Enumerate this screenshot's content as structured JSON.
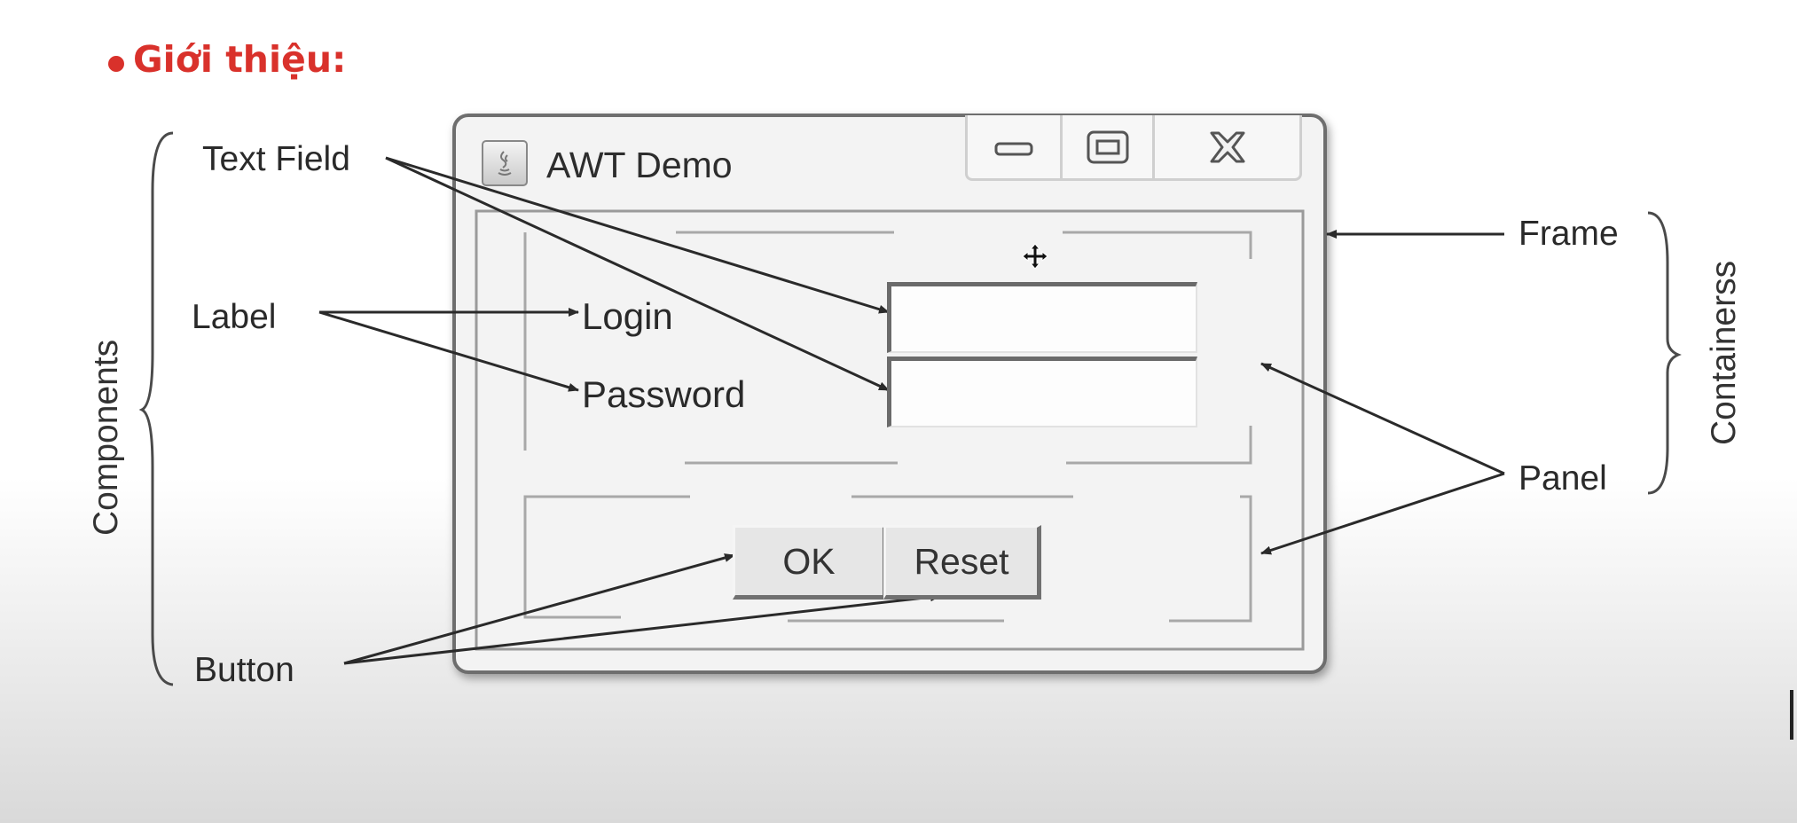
{
  "heading": "Giới thiệu:",
  "frame": {
    "title": "AWT Demo"
  },
  "form": {
    "login_label": "Login",
    "password_label": "Password",
    "ok_button": "OK",
    "reset_button": "Reset"
  },
  "annotations": {
    "text_field": "Text Field",
    "label": "Label",
    "button": "Button",
    "frame": "Frame",
    "panel": "Panel",
    "components": "Components",
    "containers": "Containerss"
  },
  "icons": {
    "window": [
      "minimize-icon",
      "maximize-icon",
      "close-icon"
    ],
    "cursor": "move-cursor-icon"
  },
  "colors": {
    "heading": "#d9312b",
    "text": "#2a2a2a",
    "line": "#333333"
  }
}
